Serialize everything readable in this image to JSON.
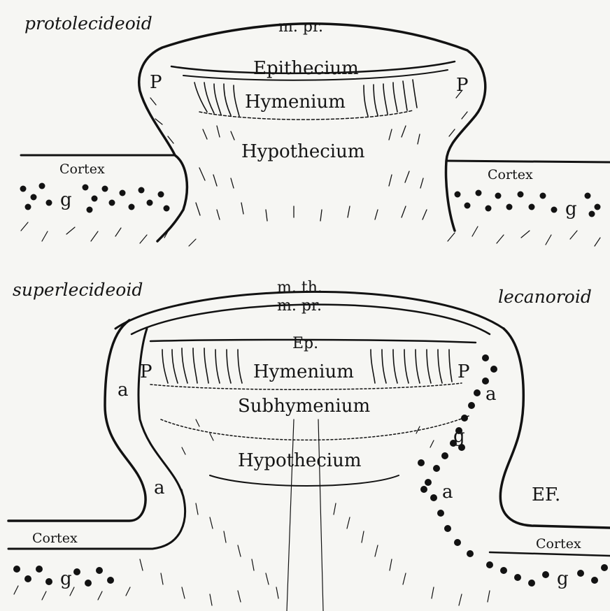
{
  "figure": {
    "top_diagram": {
      "title": "protolecideoid",
      "labels": {
        "m_pr": "m. pr.",
        "epithecium": "Epithecium",
        "hymenium": "Hymenium",
        "hypothecium": "Hypothecium",
        "p_left": "P",
        "p_right": "P",
        "cortex_left": "Cortex",
        "cortex_right": "Cortex",
        "g_left": "g",
        "g_right": "g"
      }
    },
    "bottom_diagram": {
      "title_left": "superlecideoid",
      "title_right": "lecanoroid",
      "labels": {
        "m_th": "m. th.",
        "m_pr": "m. pr.",
        "ep": "Ep.",
        "hymenium": "Hymenium",
        "subhymenium": "Subhymenium",
        "hypothecium": "Hypothecium",
        "p_left": "P",
        "p_right": "P",
        "a_left_upper": "a",
        "a_left_lower": "a",
        "a_right_upper": "a",
        "a_right_lower": "a",
        "g_right_mid": "g",
        "g_left": "g",
        "g_right": "g",
        "cortex_left": "Cortex",
        "cortex_right": "Cortex",
        "signature": "EF."
      }
    },
    "colors": {
      "ink": "#121212",
      "paper": "#f6f6f3"
    }
  }
}
